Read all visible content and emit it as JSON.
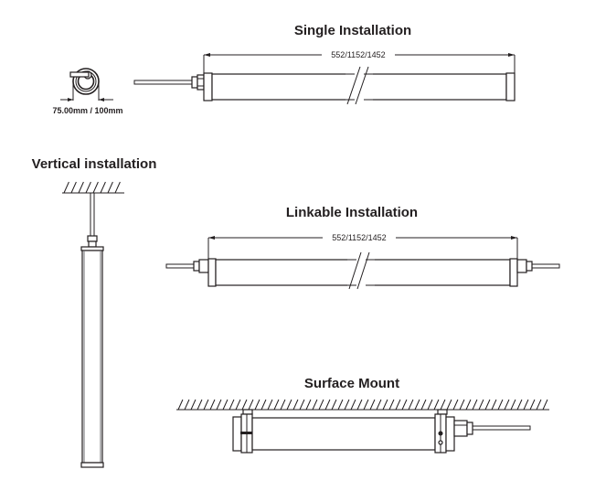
{
  "diagram": {
    "type": "technical-drawing",
    "subject": "LED tube light fixture installation methods",
    "sections": {
      "single": {
        "title": "Single Installation",
        "dimension": "552/1152/1452"
      },
      "cross_section": {
        "diameter_label": "75.00mm / 100mm"
      },
      "vertical": {
        "title": "Vertical installation"
      },
      "linkable": {
        "title": "Linkable Installation",
        "dimension": "552/1152/1452"
      },
      "surface": {
        "title": "Surface  Mount"
      }
    },
    "colors": {
      "line": "#231f20",
      "background": "#ffffff"
    }
  }
}
